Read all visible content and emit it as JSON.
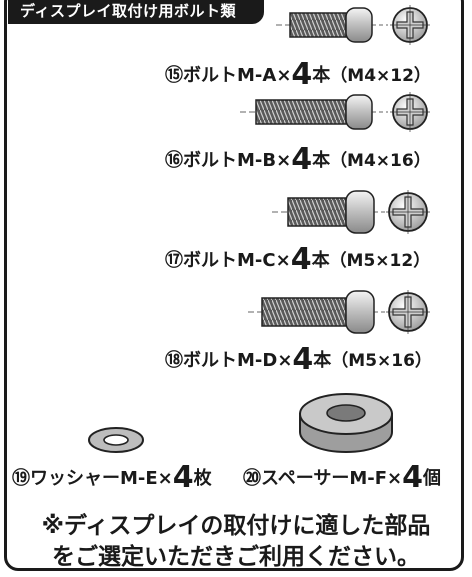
{
  "header": {
    "title": "ディスプレイ取付け用ボルト類"
  },
  "items": [
    {
      "num": "⑮",
      "name": "ボルトM-A×",
      "count": "4",
      "unit": "本",
      "spec": "（M4×12）"
    },
    {
      "num": "⑯",
      "name": "ボルトM-B×",
      "count": "4",
      "unit": "本",
      "spec": "（M4×16）"
    },
    {
      "num": "⑰",
      "name": "ボルトM-C×",
      "count": "4",
      "unit": "本",
      "spec": "（M5×12）"
    },
    {
      "num": "⑱",
      "name": "ボルトM-D×",
      "count": "4",
      "unit": "本",
      "spec": "（M5×16）"
    }
  ],
  "washer": {
    "num": "⑲",
    "name": "ワッシャーM-E×",
    "count": "4",
    "unit": "枚"
  },
  "spacer": {
    "num": "⑳",
    "name": "スペーサーM-F×",
    "count": "4",
    "unit": "個"
  },
  "notice": {
    "line1": "※ディスプレイの取付けに適した部品",
    "line2": "をご選定いただきご利用ください。"
  },
  "icons": {
    "bolt": "bolt-side-icon",
    "head": "phillips-head-icon",
    "washer": "washer-icon",
    "spacer": "spacer-icon"
  }
}
